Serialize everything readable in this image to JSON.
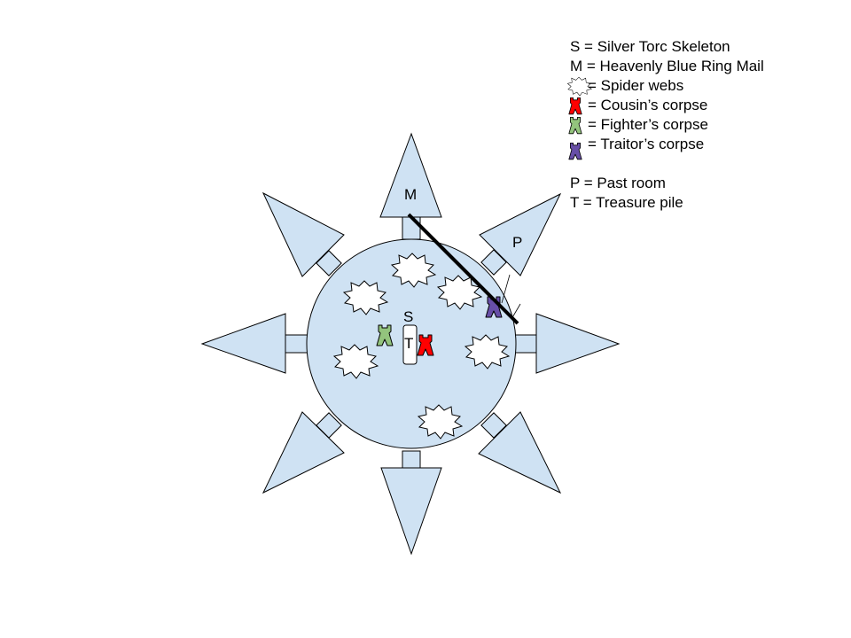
{
  "legend": {
    "skeleton": "S = Silver Torc Skeleton",
    "mail": "M = Heavenly Blue Ring Mail",
    "webs": "= Spider webs",
    "cousin": "= Cousin’s corpse",
    "fighter": "= Fighter’s corpse",
    "traitor": "= Traitor’s corpse",
    "past_room": "P = Past room",
    "treasure": "T = Treasure pile"
  },
  "map_labels": {
    "mail": "M",
    "past_room": "P",
    "skeleton": "S",
    "treasure": "T"
  },
  "colors": {
    "room_fill": "#cfe2f3",
    "cousin": "#ff0000",
    "fighter": "#93c47d",
    "traitor": "#674ea7"
  }
}
